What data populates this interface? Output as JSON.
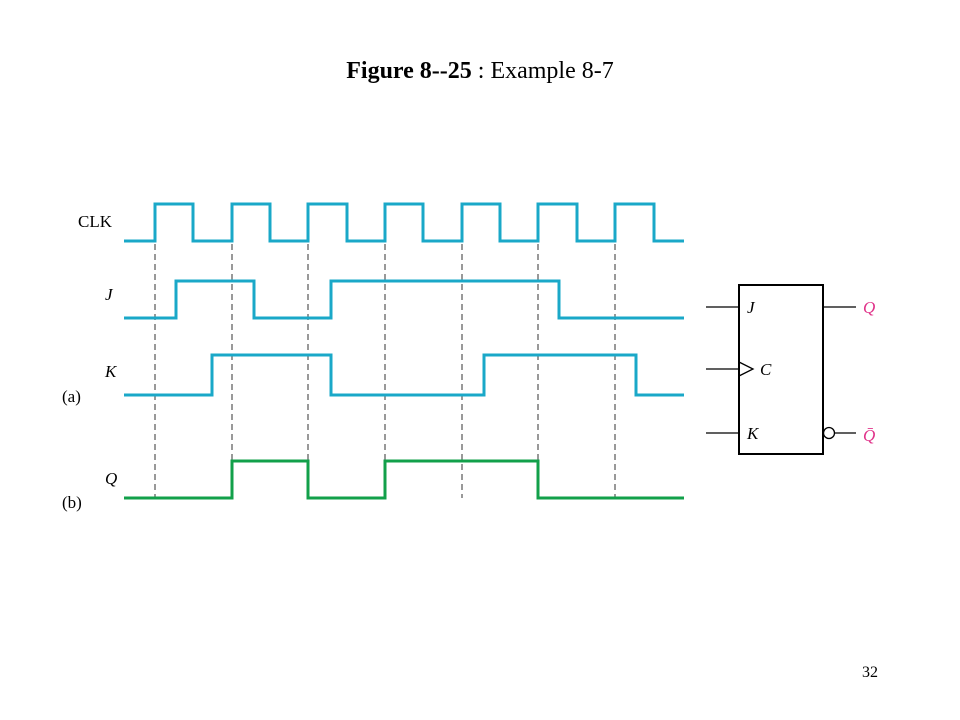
{
  "title": {
    "figure": "Figure 8--25",
    "separator": " : ",
    "caption": "Example 8-7"
  },
  "page_number": "32",
  "timing_diagram": {
    "signals": [
      {
        "name": "CLK",
        "italic": false,
        "group_label": "",
        "color": "#1aa8c8",
        "transitions": [
          155,
          193,
          232,
          270,
          308,
          347,
          385,
          423,
          462,
          500,
          538,
          577,
          615,
          654
        ],
        "start_level": 0
      },
      {
        "name": "J",
        "italic": true,
        "group_label": "",
        "color": "#1aa8c8",
        "transitions": [
          176,
          254,
          331,
          559
        ],
        "start_level": 0
      },
      {
        "name": "K",
        "italic": true,
        "group_label": "(a)",
        "color": "#1aa8c8",
        "transitions": [
          212,
          331,
          484,
          636
        ],
        "start_level": 0
      },
      {
        "name": "Q",
        "italic": true,
        "group_label": "(b)",
        "color": "#12a04a",
        "transitions": [
          232,
          308,
          385,
          538
        ],
        "start_level": 0
      }
    ],
    "guide_lines": [
      155,
      232,
      308,
      385,
      462,
      538,
      615
    ]
  },
  "flip_flop": {
    "inputs": [
      "J",
      "C",
      "K"
    ],
    "outputs": [
      "Q",
      "Q̄"
    ],
    "output_color": "#e0338a"
  }
}
